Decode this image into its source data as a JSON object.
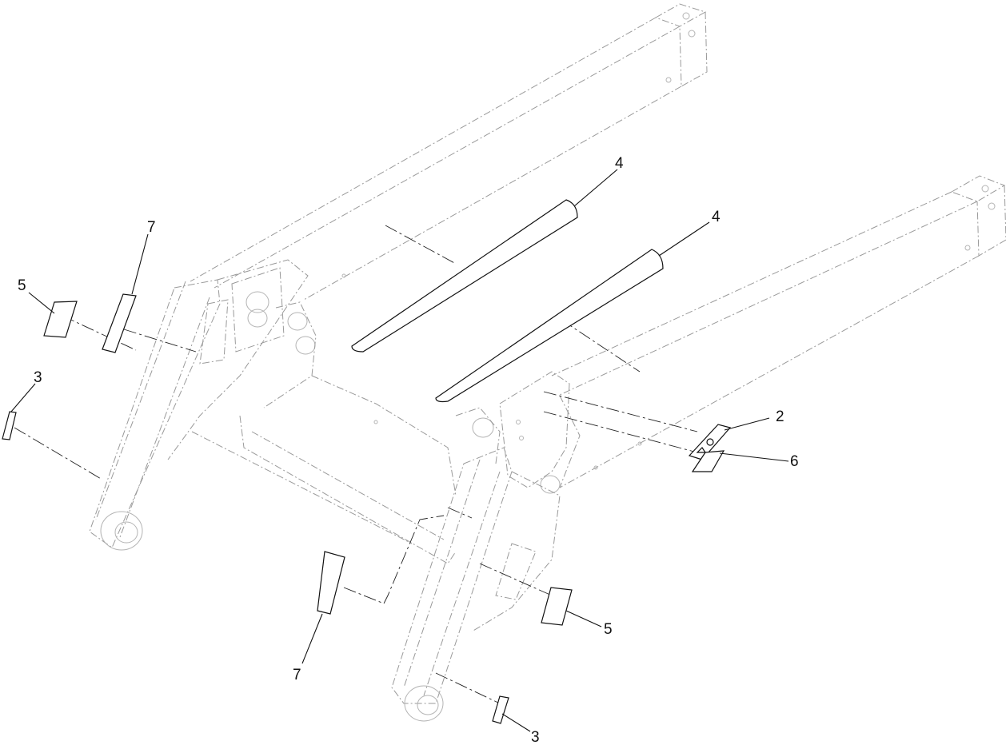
{
  "diagram": {
    "callouts": [
      {
        "id": "callout-4-upper",
        "text": "4"
      },
      {
        "id": "callout-4-lower",
        "text": "4"
      },
      {
        "id": "callout-7-upper",
        "text": "7"
      },
      {
        "id": "callout-5-upper",
        "text": "5"
      },
      {
        "id": "callout-3-upper",
        "text": "3"
      },
      {
        "id": "callout-2",
        "text": "2"
      },
      {
        "id": "callout-6",
        "text": "6"
      },
      {
        "id": "callout-5-lower",
        "text": "5"
      },
      {
        "id": "callout-7-lower",
        "text": "7"
      },
      {
        "id": "callout-3-lower",
        "text": "3"
      }
    ]
  }
}
